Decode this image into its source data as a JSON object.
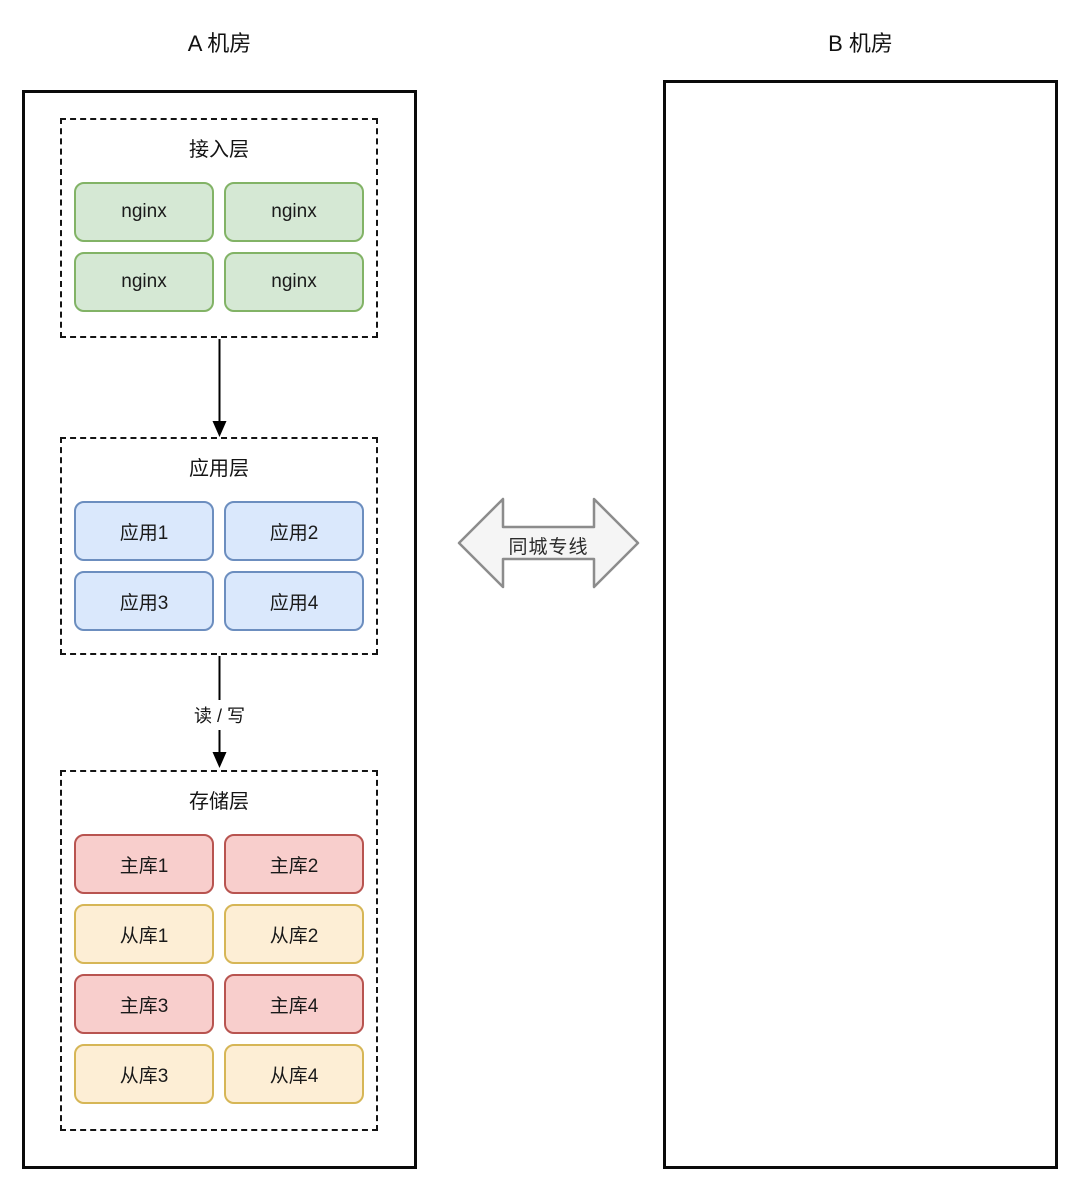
{
  "datacenter_a": {
    "title": "A 机房",
    "access_layer": {
      "title": "接入层",
      "nodes": [
        "nginx",
        "nginx",
        "nginx",
        "nginx"
      ]
    },
    "app_layer": {
      "title": "应用层",
      "nodes": [
        "应用1",
        "应用2",
        "应用3",
        "应用4"
      ]
    },
    "storage_layer": {
      "title": "存储层",
      "nodes": [
        "主库1",
        "主库2",
        "从库1",
        "从库2",
        "主库3",
        "主库4",
        "从库3",
        "从库4"
      ]
    },
    "rw_arrow_label": "读 / 写"
  },
  "datacenter_b": {
    "title": "B 机房"
  },
  "interlink": {
    "label": "同城专线"
  },
  "colors": {
    "nginx_fill": "#d5e8d4",
    "nginx_border": "#82b366",
    "app_fill": "#dae8fc",
    "app_border": "#6c8ebf",
    "master_fill": "#f8cecc",
    "master_border": "#b85450",
    "slave_fill": "#fdeed5",
    "slave_border": "#d6b656",
    "arrow_line": "#000000",
    "interlink_fill": "#f5f5f5",
    "interlink_border": "#8c8c8c"
  }
}
